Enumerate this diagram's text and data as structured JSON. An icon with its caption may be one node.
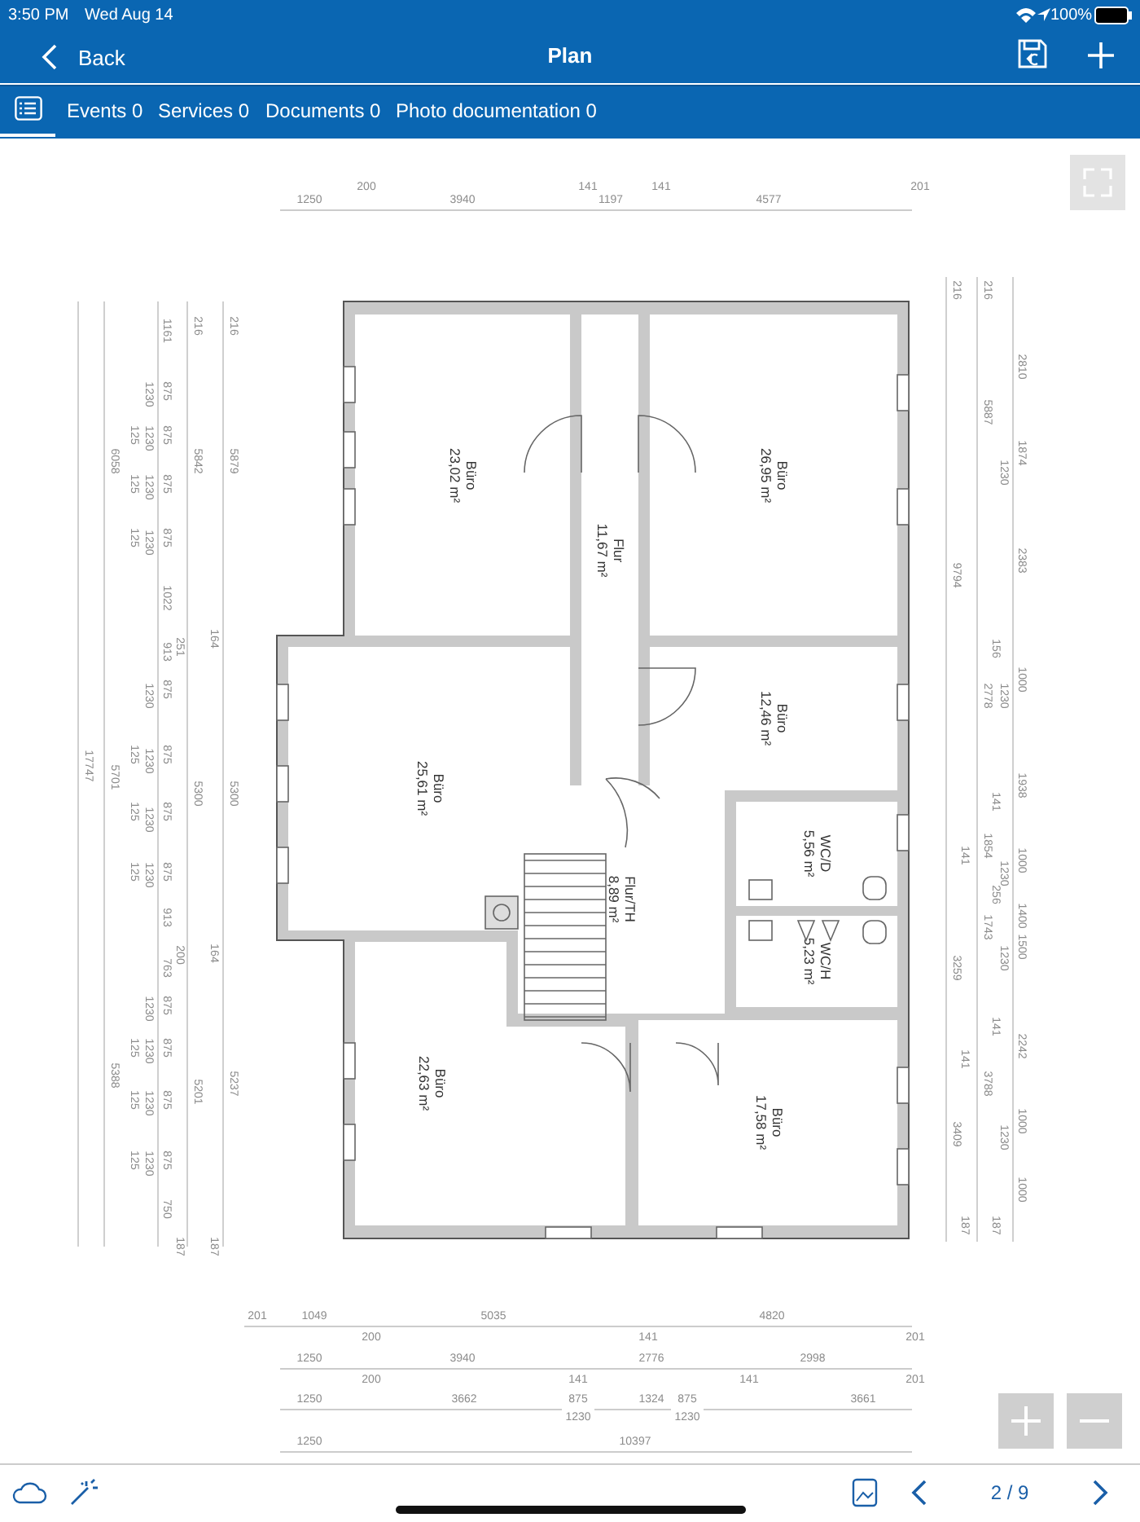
{
  "diagram": {
    "nodes": [
      {
        "text": [
          "Büro",
          "23,02 m²"
        ]
      },
      {
        "text": [
          "Büro",
          "26,95 m²"
        ]
      },
      {
        "text": [
          "Flur",
          "11,67 m²"
        ]
      },
      {
        "text": [
          "Büro",
          "12,46 m²"
        ]
      },
      {
        "text": [
          "Büro",
          "25,61 m²"
        ]
      },
      {
        "text": [
          "Flur/TH",
          "8,89 m²"
        ]
      },
      {
        "text": [
          "WC/D",
          "5,56 m²"
        ]
      },
      {
        "text": [
          "WC/H",
          "5,23 m²"
        ]
      },
      {
        "text": [
          "Büro",
          "22,63 m²"
        ]
      },
      {
        "text": [
          "Büro",
          "17,58 m²"
        ]
      }
    ],
    "labels": [
      "3:50 PM",
      "Wed Aug 14",
      "100%",
      "Back",
      "Plan",
      "Events 0",
      "Services 0",
      "Documents 0",
      "Photo documentation 0",
      "1250",
      "200",
      "3940",
      "141",
      "1197",
      "141",
      "4577",
      "201",
      "17747",
      "6058",
      "5701",
      "5388",
      "1161",
      "875",
      "1230",
      "125",
      "875",
      "1230",
      "125",
      "875",
      "1230",
      "125",
      "875",
      "1230",
      "1022",
      "913",
      "251",
      "875",
      "1230",
      "125",
      "875",
      "1230",
      "125",
      "875",
      "1230",
      "125",
      "875",
      "1230",
      "913",
      "200",
      "763",
      "875",
      "1230",
      "125",
      "875",
      "1230",
      "125",
      "875",
      "1230",
      "125",
      "875",
      "1230",
      "750",
      "187",
      "216",
      "5842",
      "5300",
      "5201",
      "216",
      "5879",
      "164",
      "5300",
      "164",
      "5237",
      "187",
      "216",
      "9794",
      "141",
      "3259",
      "141",
      "3409",
      "187",
      "216",
      "5887",
      "156",
      "2778",
      "141",
      "1854",
      "256",
      "1743",
      "141",
      "3788",
      "187",
      "2810",
      "1874",
      "1230",
      "2383",
      "1000",
      "1230",
      "1938",
      "1000",
      "1230",
      "1400",
      "1500",
      "1230",
      "2242",
      "1000",
      "1230",
      "1000",
      "201",
      "1049",
      "5035",
      "4820",
      "200",
      "141",
      "201",
      "1250",
      "3940",
      "2776",
      "2998",
      "200",
      "141",
      "141",
      "201",
      "1250",
      "3662",
      "875",
      "1230",
      "1324",
      "875",
      "1230",
      "3661",
      "1250",
      "10397",
      "2 / 9"
    ]
  }
}
